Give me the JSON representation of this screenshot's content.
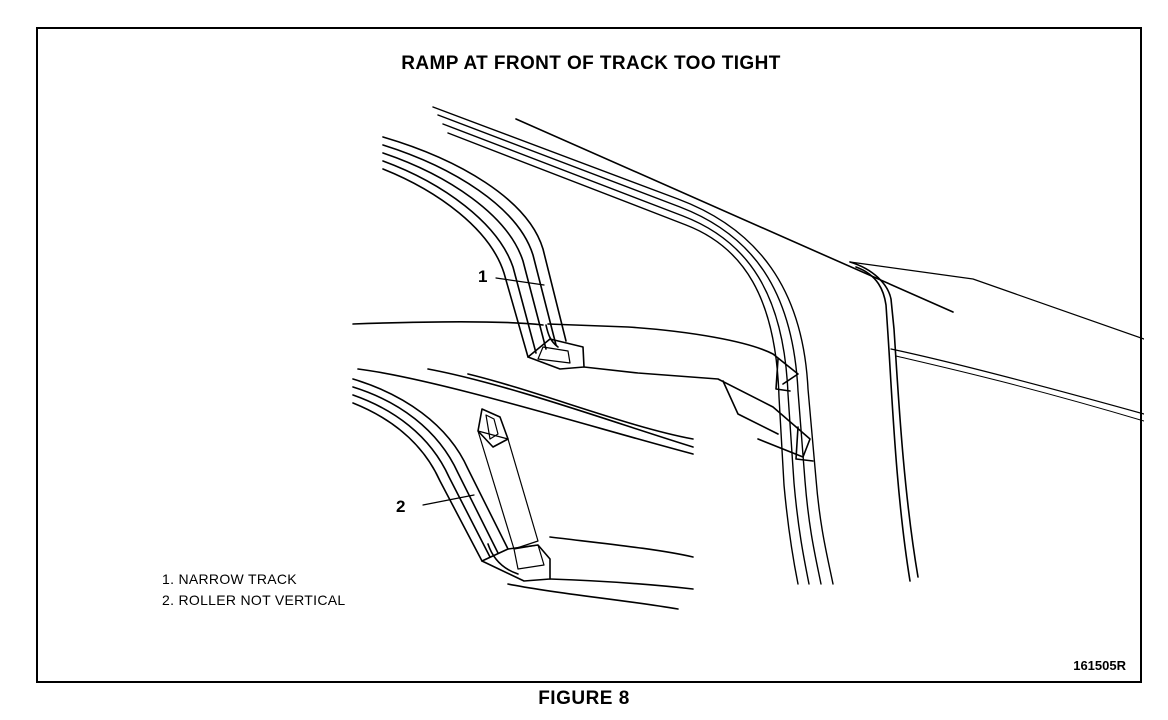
{
  "figure": {
    "title": "RAMP AT FRONT OF TRACK TOO TIGHT",
    "caption": "FIGURE 8",
    "reference_id": "161505R"
  },
  "callouts": [
    {
      "number": "1",
      "label": "NARROW TRACK"
    },
    {
      "number": "2",
      "label": "ROLLER NOT VERTICAL"
    }
  ],
  "legend": [
    {
      "text": "1.  NARROW TRACK"
    },
    {
      "text": "2.  ROLLER NOT VERTICAL"
    }
  ],
  "colors": {
    "ink": "#000000",
    "paper": "#ffffff"
  }
}
